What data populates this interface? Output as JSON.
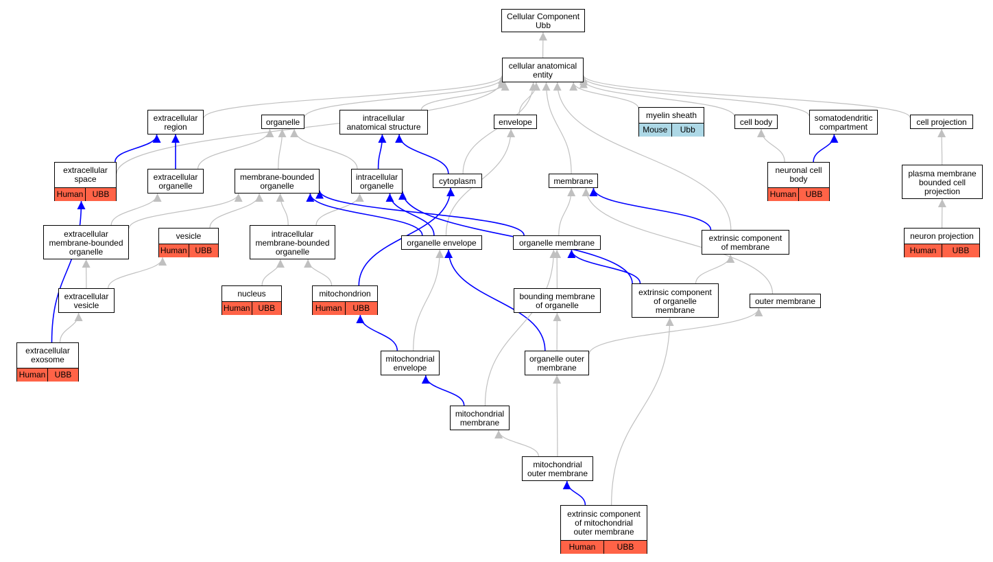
{
  "nodes": [
    {
      "id": "root",
      "label": [
        "Cellular Component",
        "Ubb"
      ]
    },
    {
      "id": "cae",
      "label": [
        "cellular anatomical",
        "entity"
      ]
    },
    {
      "id": "extreg",
      "label": [
        "extracellular",
        "region"
      ]
    },
    {
      "id": "organelle",
      "label": [
        "organelle"
      ]
    },
    {
      "id": "ias",
      "label": [
        "intracellular",
        "anatomical structure"
      ]
    },
    {
      "id": "envelope",
      "label": [
        "envelope"
      ]
    },
    {
      "id": "myelin",
      "label": [
        "myelin sheath"
      ],
      "tags": [
        "Mouse",
        "Ubb"
      ],
      "tag_color": "mouse"
    },
    {
      "id": "cellbody",
      "label": [
        "cell body"
      ]
    },
    {
      "id": "somato",
      "label": [
        "somatodendritic",
        "compartment"
      ]
    },
    {
      "id": "cellproj",
      "label": [
        "cell projection"
      ]
    },
    {
      "id": "ecspace",
      "label": [
        "extracellular",
        "space"
      ],
      "tags": [
        "Human",
        "UBB"
      ],
      "tag_color": "human"
    },
    {
      "id": "ecorg",
      "label": [
        "extracellular",
        "organelle"
      ]
    },
    {
      "id": "mbo",
      "label": [
        "membrane-bounded",
        "organelle"
      ]
    },
    {
      "id": "icorg",
      "label": [
        "intracellular",
        "organelle"
      ]
    },
    {
      "id": "cytoplasm",
      "label": [
        "cytoplasm"
      ]
    },
    {
      "id": "membrane",
      "label": [
        "membrane"
      ]
    },
    {
      "id": "ncb",
      "label": [
        "neuronal cell",
        "body"
      ],
      "tags": [
        "Human",
        "UBB"
      ],
      "tag_color": "human"
    },
    {
      "id": "pmbcp",
      "label": [
        "plasma membrane",
        "bounded cell",
        "projection"
      ]
    },
    {
      "id": "ecmbo",
      "label": [
        "extracellular",
        "membrane-bounded",
        "organelle"
      ]
    },
    {
      "id": "vesicle",
      "label": [
        "vesicle"
      ],
      "tags": [
        "Human",
        "UBB"
      ],
      "tag_color": "human"
    },
    {
      "id": "icmbo",
      "label": [
        "intracellular",
        "membrane-bounded",
        "organelle"
      ]
    },
    {
      "id": "orgenv",
      "label": [
        "organelle envelope"
      ]
    },
    {
      "id": "orgmem",
      "label": [
        "organelle membrane"
      ]
    },
    {
      "id": "ecm",
      "label": [
        "extrinsic component",
        "of membrane"
      ]
    },
    {
      "id": "neuproj",
      "label": [
        "neuron projection"
      ],
      "tags": [
        "Human",
        "UBB"
      ],
      "tag_color": "human"
    },
    {
      "id": "ecves",
      "label": [
        "extracellular",
        "vesicle"
      ]
    },
    {
      "id": "nucleus",
      "label": [
        "nucleus"
      ],
      "tags": [
        "Human",
        "UBB"
      ],
      "tag_color": "human"
    },
    {
      "id": "mito",
      "label": [
        "mitochondrion"
      ],
      "tags": [
        "Human",
        "UBB"
      ],
      "tag_color": "human"
    },
    {
      "id": "bmo",
      "label": [
        "bounding membrane",
        "of organelle"
      ]
    },
    {
      "id": "ecom",
      "label": [
        "extrinsic component",
        "of organelle",
        "membrane"
      ]
    },
    {
      "id": "outmem",
      "label": [
        "outer membrane"
      ]
    },
    {
      "id": "exosome",
      "label": [
        "extracellular",
        "exosome"
      ],
      "tags": [
        "Human",
        "UBB"
      ],
      "tag_color": "human"
    },
    {
      "id": "mitoenv",
      "label": [
        "mitochondrial",
        "envelope"
      ]
    },
    {
      "id": "orgoutmem",
      "label": [
        "organelle outer",
        "membrane"
      ]
    },
    {
      "id": "mitomem",
      "label": [
        "mitochondrial",
        "membrane"
      ]
    },
    {
      "id": "mitooutmem",
      "label": [
        "mitochondrial",
        "outer membrane"
      ]
    },
    {
      "id": "ecmom",
      "label": [
        "extrinsic component",
        "of mitochondrial",
        "outer membrane"
      ],
      "tags": [
        "Human",
        "UBB"
      ],
      "tag_color": "human"
    }
  ],
  "edges": [
    {
      "from": "cae",
      "to": "root",
      "type": "is_a"
    },
    {
      "from": "extreg",
      "to": "cae",
      "type": "is_a"
    },
    {
      "from": "organelle",
      "to": "cae",
      "type": "is_a"
    },
    {
      "from": "ias",
      "to": "cae",
      "type": "is_a"
    },
    {
      "from": "envelope",
      "to": "cae",
      "type": "is_a"
    },
    {
      "from": "myelin",
      "to": "cae",
      "type": "is_a"
    },
    {
      "from": "cellbody",
      "to": "cae",
      "type": "is_a"
    },
    {
      "from": "somato",
      "to": "cae",
      "type": "is_a"
    },
    {
      "from": "cellproj",
      "to": "cae",
      "type": "is_a"
    },
    {
      "from": "ecspace",
      "to": "cae",
      "type": "is_a"
    },
    {
      "from": "cytoplasm",
      "to": "cae",
      "type": "is_a"
    },
    {
      "from": "membrane",
      "to": "cae",
      "type": "is_a"
    },
    {
      "from": "ecm",
      "to": "cae",
      "type": "is_a"
    },
    {
      "from": "ecspace",
      "to": "extreg",
      "type": "part_of"
    },
    {
      "from": "ecorg",
      "to": "extreg",
      "type": "part_of"
    },
    {
      "from": "ecorg",
      "to": "organelle",
      "type": "is_a"
    },
    {
      "from": "mbo",
      "to": "organelle",
      "type": "is_a"
    },
    {
      "from": "icorg",
      "to": "organelle",
      "type": "is_a"
    },
    {
      "from": "icorg",
      "to": "ias",
      "type": "part_of"
    },
    {
      "from": "cytoplasm",
      "to": "ias",
      "type": "part_of"
    },
    {
      "from": "ncb",
      "to": "cellbody",
      "type": "is_a"
    },
    {
      "from": "ncb",
      "to": "somato",
      "type": "part_of"
    },
    {
      "from": "pmbcp",
      "to": "cellproj",
      "type": "is_a"
    },
    {
      "from": "neuproj",
      "to": "pmbcp",
      "type": "is_a"
    },
    {
      "from": "ecmbo",
      "to": "ecorg",
      "type": "is_a"
    },
    {
      "from": "ecmbo",
      "to": "mbo",
      "type": "is_a"
    },
    {
      "from": "vesicle",
      "to": "mbo",
      "type": "is_a"
    },
    {
      "from": "icmbo",
      "to": "mbo",
      "type": "is_a"
    },
    {
      "from": "icmbo",
      "to": "icorg",
      "type": "is_a"
    },
    {
      "from": "orgenv",
      "to": "mbo",
      "type": "part_of"
    },
    {
      "from": "orgenv",
      "to": "icorg",
      "type": "part_of"
    },
    {
      "from": "orgenv",
      "to": "envelope",
      "type": "is_a"
    },
    {
      "from": "orgmem",
      "to": "mbo",
      "type": "part_of"
    },
    {
      "from": "orgmem",
      "to": "membrane",
      "type": "is_a"
    },
    {
      "from": "mito",
      "to": "cytoplasm",
      "type": "part_of"
    },
    {
      "from": "ecm",
      "to": "membrane",
      "type": "part_of"
    },
    {
      "from": "ecves",
      "to": "ecmbo",
      "type": "is_a"
    },
    {
      "from": "ecves",
      "to": "vesicle",
      "type": "is_a"
    },
    {
      "from": "nucleus",
      "to": "icmbo",
      "type": "is_a"
    },
    {
      "from": "mito",
      "to": "icmbo",
      "type": "is_a"
    },
    {
      "from": "exosome",
      "to": "ecspace",
      "type": "part_of"
    },
    {
      "from": "exosome",
      "to": "ecves",
      "type": "is_a"
    },
    {
      "from": "bmo",
      "to": "orgmem",
      "type": "is_a"
    },
    {
      "from": "ecom",
      "to": "orgmem",
      "type": "part_of"
    },
    {
      "from": "ecom",
      "to": "ecm",
      "type": "is_a"
    },
    {
      "from": "ecom",
      "to": "icorg",
      "type": "part_of"
    },
    {
      "from": "outmem",
      "to": "membrane",
      "type": "is_a"
    },
    {
      "from": "mitoenv",
      "to": "mito",
      "type": "part_of"
    },
    {
      "from": "mitoenv",
      "to": "orgenv",
      "type": "is_a"
    },
    {
      "from": "orgoutmem",
      "to": "bmo",
      "type": "is_a"
    },
    {
      "from": "orgoutmem",
      "to": "outmem",
      "type": "is_a"
    },
    {
      "from": "orgoutmem",
      "to": "orgenv",
      "type": "part_of"
    },
    {
      "from": "mitomem",
      "to": "mitoenv",
      "type": "part_of"
    },
    {
      "from": "mitomem",
      "to": "orgmem",
      "type": "is_a"
    },
    {
      "from": "mitooutmem",
      "to": "mitomem",
      "type": "is_a"
    },
    {
      "from": "mitooutmem",
      "to": "orgoutmem",
      "type": "is_a"
    },
    {
      "from": "ecmom",
      "to": "mitooutmem",
      "type": "part_of"
    },
    {
      "from": "ecmom",
      "to": "ecom",
      "type": "is_a"
    }
  ],
  "colors": {
    "is_a": "#c0c0c0",
    "part_of": "#0000ff",
    "human": "#ff6347",
    "mouse": "#add8e6"
  }
}
